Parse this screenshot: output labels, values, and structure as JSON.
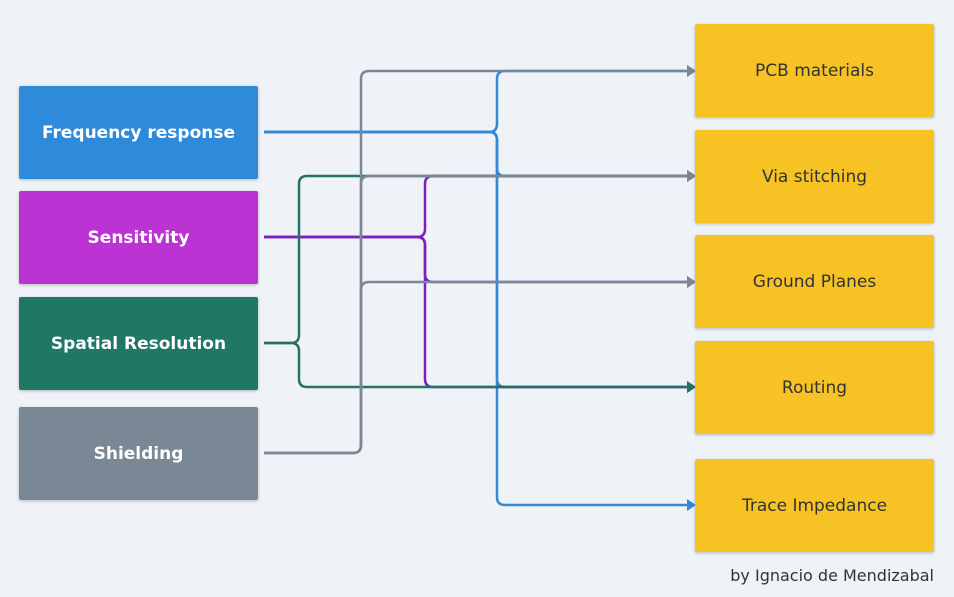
{
  "sources": [
    {
      "id": "freq",
      "label": "Frequency response",
      "color": "#2e8bdb"
    },
    {
      "id": "sens",
      "label": "Sensitivity",
      "color": "#bc33d3"
    },
    {
      "id": "spat",
      "label": "Spatial Resolution",
      "color": "#1f7766"
    },
    {
      "id": "shld",
      "label": "Shielding",
      "color": "#7a8896"
    }
  ],
  "targets": [
    {
      "id": "pcb",
      "label": "PCB materials"
    },
    {
      "id": "via",
      "label": "Via stitching"
    },
    {
      "id": "gnd",
      "label": "Ground Planes"
    },
    {
      "id": "rout",
      "label": "Routing"
    },
    {
      "id": "trace",
      "label": "Trace Impedance"
    }
  ],
  "links": [
    {
      "from": "freq",
      "to": [
        "pcb",
        "via",
        "rout",
        "trace"
      ],
      "color": "#3389d4"
    },
    {
      "from": "sens",
      "to": [
        "via",
        "gnd",
        "rout"
      ],
      "color": "#7d1ec0"
    },
    {
      "from": "spat",
      "to": [
        "via",
        "rout"
      ],
      "color": "#257363"
    },
    {
      "from": "shld",
      "to": [
        "pcb",
        "via",
        "gnd"
      ],
      "color": "#7a8896"
    }
  ],
  "credit": "by Ignacio de Mendizabal"
}
